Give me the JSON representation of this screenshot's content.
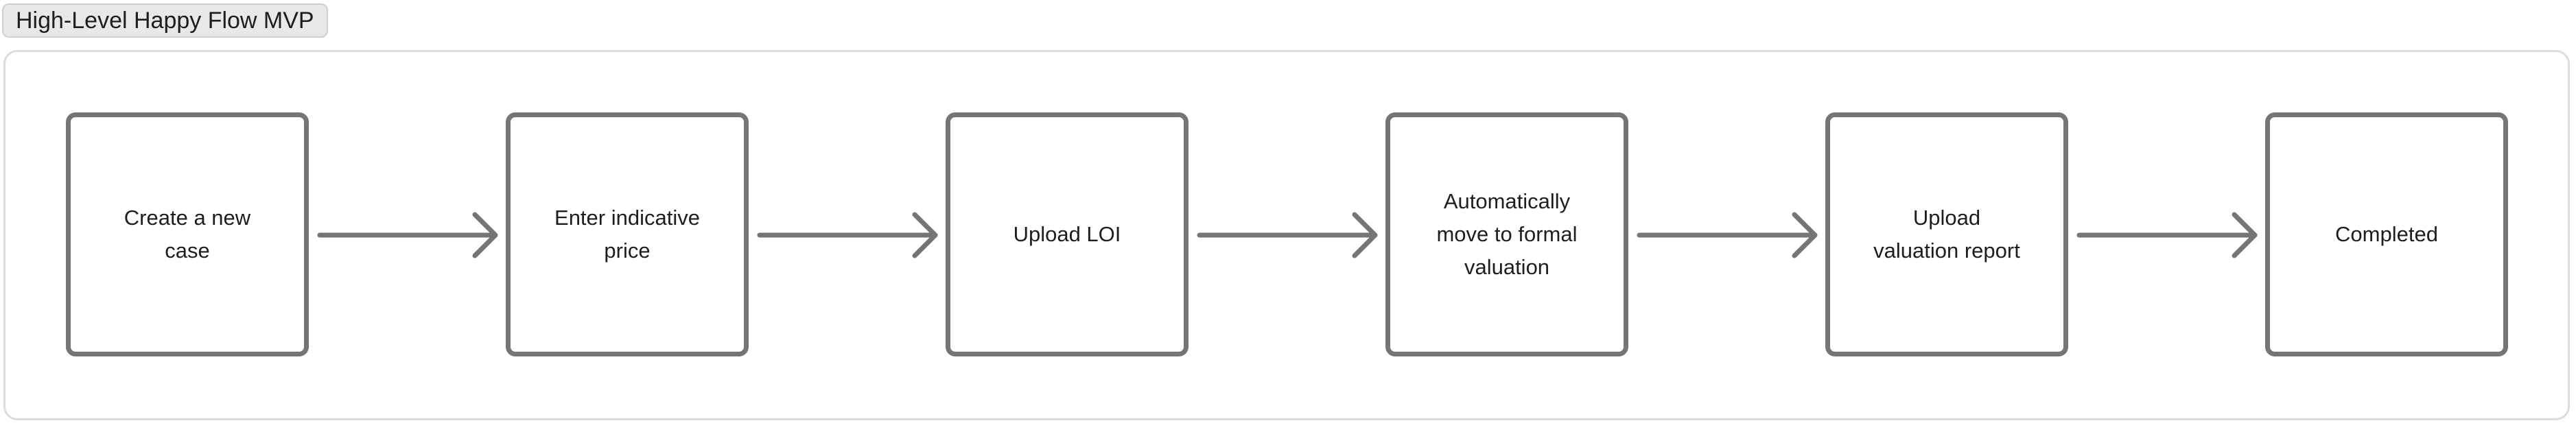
{
  "frame": {
    "title": "High-Level Happy Flow MVP"
  },
  "steps": [
    {
      "label": "Create a new case"
    },
    {
      "label": "Enter indicative price"
    },
    {
      "label": "Upload LOI"
    },
    {
      "label": "Automatically move to formal valuation"
    },
    {
      "label": "Upload valuation report"
    },
    {
      "label": "Completed"
    }
  ],
  "colors": {
    "stroke": "#757575",
    "frame_border": "#dcdcdc",
    "label_bg": "#e8e8e8",
    "text": "#1e1e1e"
  }
}
